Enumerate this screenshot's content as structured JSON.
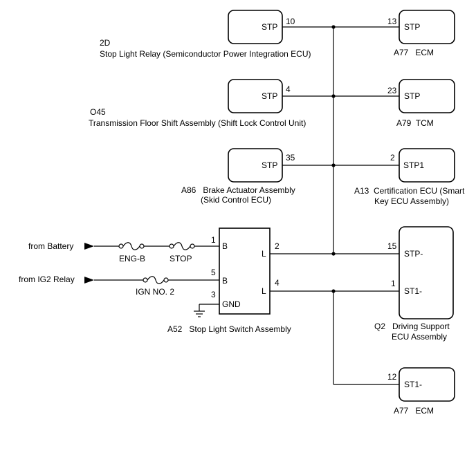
{
  "components": {
    "relay_2d": {
      "code": "2D",
      "name": "Stop Light Relay (Semiconductor Power Integration ECU)",
      "terminal": "STP",
      "pin": "10"
    },
    "ecm_a77_top": {
      "name": "A77   ECM",
      "terminal": "STP",
      "pin": "13"
    },
    "shift_o45": {
      "code": "O45",
      "name": "Transmission Floor Shift Assembly (Shift Lock Control Unit)",
      "terminal": "STP",
      "pin": "4"
    },
    "tcm_a79": {
      "name": "A79  TCM",
      "terminal": "STP",
      "pin": "23"
    },
    "brake_a86": {
      "name_line1": "A86   Brake Actuator Assembly",
      "name_line2": "(Skid Control ECU)",
      "terminal": "STP",
      "pin": "35"
    },
    "cert_a13": {
      "name_line1": "A13  Certification ECU (Smart",
      "name_line2": "Key ECU Assembly)",
      "terminal": "STP1",
      "pin": "2"
    },
    "switch_a52": {
      "name": "A52   Stop Light Switch Assembly",
      "left_terminals": [
        {
          "pin": "1",
          "label": "B"
        },
        {
          "pin": "5",
          "label": "B"
        },
        {
          "pin": "3",
          "label": "GND"
        }
      ],
      "right_terminals": [
        {
          "pin": "2",
          "label": "L"
        },
        {
          "pin": "4",
          "label": "L"
        }
      ]
    },
    "dsecu_q2": {
      "name_line1": "Q2   Driving Support",
      "name_line2": "ECU Assembly",
      "terminals": [
        {
          "pin": "15",
          "label": "STP-"
        },
        {
          "pin": "1",
          "label": "ST1-"
        }
      ]
    },
    "ecm_a77_bottom": {
      "name": "A77   ECM",
      "terminal": "ST1-",
      "pin": "12"
    }
  },
  "sources": {
    "battery": "from Battery",
    "ig2": "from IG2 Relay"
  },
  "fuses": {
    "engb": "ENG-B",
    "stop": "STOP",
    "ign2": "IGN NO. 2"
  }
}
